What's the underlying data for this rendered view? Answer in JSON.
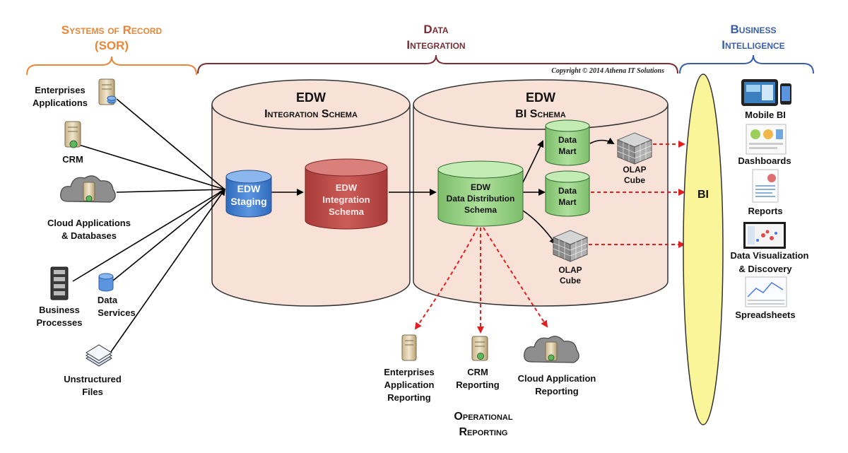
{
  "sections": {
    "sor": {
      "line1": "Systems of Record",
      "line2": "(SOR)",
      "color": "#e8863a"
    },
    "integration": {
      "line1": "Data",
      "line2": "Integration",
      "color": "#7a2e35"
    },
    "bi": {
      "line1": "Business",
      "line2": "Intelligence",
      "color": "#3a5ea8"
    }
  },
  "copyright": "Copyright © 2014 Athena IT Solutions",
  "sources": [
    {
      "line1": "Enterprises",
      "line2": "Applications",
      "icon": "server-icon"
    },
    {
      "line1": "CRM",
      "line2": "",
      "icon": "server-icon"
    },
    {
      "line1": "Cloud Applications",
      "line2": "& Databases",
      "icon": "cloud-server-icon"
    },
    {
      "line1": "Business",
      "line2": "Processes",
      "icon": "server-rack-icon"
    },
    {
      "line1": "Data",
      "line2": "Services",
      "icon": "database-icon"
    },
    {
      "line1": "Unstructured",
      "line2": "Files",
      "icon": "files-icon"
    }
  ],
  "edw_integration": {
    "title": "EDW",
    "subtitle": "Integration Schema"
  },
  "edw_bi": {
    "title": "EDW",
    "subtitle": "BI Schema"
  },
  "nodes": {
    "staging": {
      "line1": "EDW",
      "line2": "Staging"
    },
    "integration": {
      "line1": "EDW",
      "line2": "Integration",
      "line3": "Schema"
    },
    "distribution": {
      "line1": "EDW",
      "line2": "Data Distribution",
      "line3": "Schema"
    },
    "mart1": {
      "line1": "Data",
      "line2": "Mart"
    },
    "mart2": {
      "line1": "Data",
      "line2": "Mart"
    },
    "olap1": {
      "line1": "OLAP",
      "line2": "Cube"
    },
    "olap2": {
      "line1": "OLAP",
      "line2": "Cube"
    }
  },
  "bi_label": "BI",
  "bi_outputs": [
    {
      "line1": "Mobile BI",
      "line2": "",
      "icon": "tablet-icon"
    },
    {
      "line1": "Dashboards",
      "line2": "",
      "icon": "dashboard-icon"
    },
    {
      "line1": "Reports",
      "line2": "",
      "icon": "report-icon"
    },
    {
      "line1": "Data Visualization",
      "line2": "& Discovery",
      "icon": "visualization-icon"
    },
    {
      "line1": "Spreadsheets",
      "line2": "",
      "icon": "spreadsheet-icon"
    }
  ],
  "operational": [
    {
      "line1": "Enterprises",
      "line2": "Application",
      "line3": "Reporting",
      "icon": "server-icon"
    },
    {
      "line1": "CRM",
      "line2": "Reporting",
      "line3": "",
      "icon": "server-icon"
    },
    {
      "line1": "Cloud Application",
      "line2": "Reporting",
      "line3": "",
      "icon": "cloud-server-icon"
    }
  ],
  "operational_title": {
    "line1": "Operational",
    "line2": "Reporting"
  },
  "colors": {
    "schema_fill": "#f8e2d8",
    "staging_fill": "#4a86d4",
    "integration_fill": "#c0504d",
    "green_fill": "#9bd18a",
    "bi_fill": "#fbf59a",
    "arrow_red": "#e02020"
  }
}
